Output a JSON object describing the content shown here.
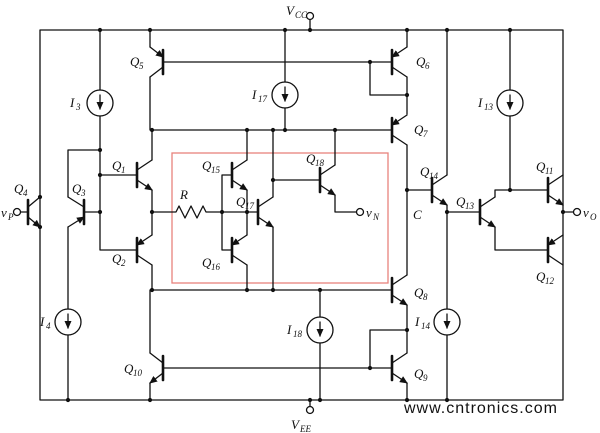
{
  "labels": {
    "vcc": {
      "main": "V",
      "sub": "CC"
    },
    "vee": {
      "main": "V",
      "sub": "EE"
    },
    "vp": {
      "main": "v",
      "sub": "P"
    },
    "vn": {
      "main": "v",
      "sub": "N"
    },
    "vo": {
      "main": "v",
      "sub": "O"
    },
    "r": {
      "main": "R"
    },
    "c": {
      "main": "C"
    },
    "q1": {
      "main": "Q",
      "sub": "1"
    },
    "q2": {
      "main": "Q",
      "sub": "2"
    },
    "q3": {
      "main": "Q",
      "sub": "3"
    },
    "q4": {
      "main": "Q",
      "sub": "4"
    },
    "q5": {
      "main": "Q",
      "sub": "5"
    },
    "q6": {
      "main": "Q",
      "sub": "6"
    },
    "q7": {
      "main": "Q",
      "sub": "7"
    },
    "q8": {
      "main": "Q",
      "sub": "8"
    },
    "q9": {
      "main": "Q",
      "sub": "9"
    },
    "q10": {
      "main": "Q",
      "sub": "10"
    },
    "q11": {
      "main": "Q",
      "sub": "11"
    },
    "q12": {
      "main": "Q",
      "sub": "12"
    },
    "q13": {
      "main": "Q",
      "sub": "13"
    },
    "q14": {
      "main": "Q",
      "sub": "14"
    },
    "q15": {
      "main": "Q",
      "sub": "15"
    },
    "q16": {
      "main": "Q",
      "sub": "16"
    },
    "q17": {
      "main": "Q",
      "sub": "17"
    },
    "q18": {
      "main": "Q",
      "sub": "18"
    },
    "i3": {
      "main": "I",
      "sub": "3"
    },
    "i4": {
      "main": "I",
      "sub": "4"
    },
    "i13": {
      "main": "I",
      "sub": "13"
    },
    "i14": {
      "main": "I",
      "sub": "14"
    },
    "i17": {
      "main": "I",
      "sub": "17"
    },
    "i18": {
      "main": "I",
      "sub": "18"
    }
  },
  "watermark": {
    "text": "www.cntronics.com"
  },
  "colors": {
    "wire": "#111111",
    "highlight_box": "#e8837c",
    "highlight_label": "#d84f44",
    "watermark_green": "#95cf95"
  },
  "circuit": {
    "transistors": [
      "Q1",
      "Q2",
      "Q3",
      "Q4",
      "Q5",
      "Q6",
      "Q7",
      "Q8",
      "Q9",
      "Q10",
      "Q11",
      "Q12",
      "Q13",
      "Q14",
      "Q15",
      "Q16",
      "Q17",
      "Q18"
    ],
    "current_sources": [
      "I3",
      "I4",
      "I13",
      "I14",
      "I17",
      "I18"
    ],
    "resistor": "R",
    "compensation_node": "C",
    "supply_terminals": [
      "VCC",
      "VEE"
    ],
    "input_terminals": [
      "vP",
      "vN"
    ],
    "output_terminal": "vO",
    "highlighted_cell": [
      "Q15",
      "Q16",
      "Q17",
      "Q18",
      "R",
      "vN"
    ]
  }
}
